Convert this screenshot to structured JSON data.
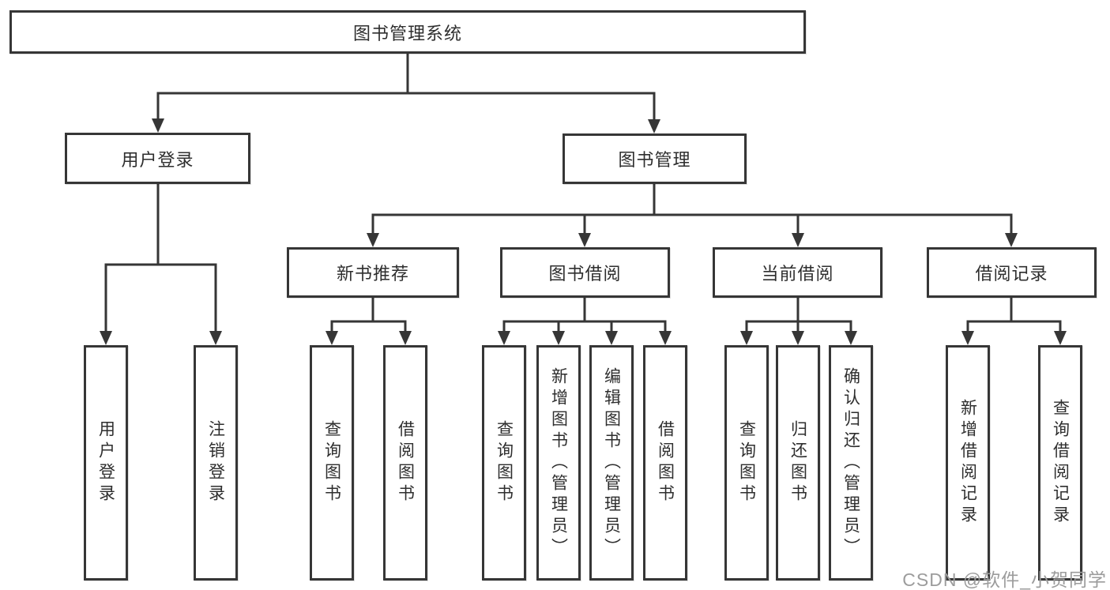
{
  "colors": {
    "background": "#ffffff",
    "line": "#363636",
    "box_border": "#363636",
    "text": "#2e2e2e",
    "watermark": "#9c9c9c"
  },
  "watermark": {
    "text": "CSDN @软件_小贺同学"
  },
  "tree": {
    "root": {
      "label": "图书管理系统",
      "children": [
        {
          "label": "用户登录",
          "children": [
            {
              "label": "用户登录"
            },
            {
              "label": "注销登录"
            }
          ]
        },
        {
          "label": "图书管理",
          "children": [
            {
              "label": "新书推荐",
              "children": [
                {
                  "label": "查询图书"
                },
                {
                  "label": "借阅图书"
                }
              ]
            },
            {
              "label": "图书借阅",
              "children": [
                {
                  "label": "查询图书"
                },
                {
                  "label": "新增图书（管理员）"
                },
                {
                  "label": "编辑图书（管理员）"
                },
                {
                  "label": "借阅图书"
                }
              ]
            },
            {
              "label": "当前借阅",
              "children": [
                {
                  "label": "查询图书"
                },
                {
                  "label": "归还图书"
                },
                {
                  "label": "确认归还（管理员）"
                }
              ]
            },
            {
              "label": "借阅记录",
              "children": [
                {
                  "label": "新增借阅记录"
                },
                {
                  "label": "查询借阅记录"
                }
              ]
            }
          ]
        }
      ]
    }
  }
}
